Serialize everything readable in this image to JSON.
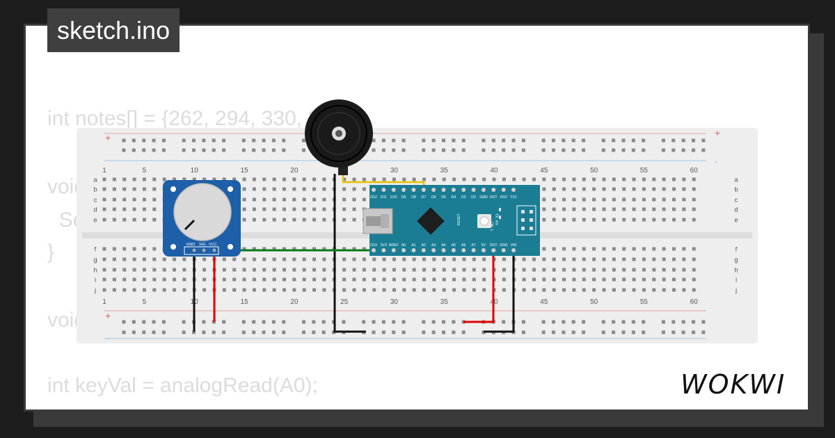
{
  "title": "sketch.ino",
  "brand": "WOKWI",
  "code_lines": [
    "int notes[] = {262, 294, 330, 349};",
    "void setup() {",
    "  Serial.begin(9600);",
    "}",
    "void loop() {",
    "int keyVal = analogRead(A0);"
  ],
  "breadboard": {
    "column_numbers": [
      "1",
      "5",
      "10",
      "15",
      "20",
      "25",
      "30",
      "35",
      "40",
      "45",
      "50",
      "55",
      "60"
    ],
    "row_letters_top": [
      "a",
      "b",
      "c",
      "d",
      "e"
    ],
    "row_letters_bottom": [
      "f",
      "g",
      "h",
      "i",
      "j"
    ],
    "rail_plus": "+",
    "rail_minus": "-"
  },
  "potentiometer": {
    "pins": [
      "GND",
      "SIG",
      "VCC"
    ]
  },
  "arduino_nano": {
    "top_pins": [
      "D12",
      "D11",
      "D10",
      "D9",
      "D8",
      "D7",
      "D6",
      "D5",
      "D4",
      "D3",
      "D2",
      "GND",
      "RST",
      "RX0",
      "TX1"
    ],
    "bottom_pins": [
      "D13",
      "3V3",
      "AREF",
      "A0",
      "A1",
      "A2",
      "A3",
      "A4",
      "A5",
      "A6",
      "A7",
      "5V",
      "RST",
      "GND",
      "VIN"
    ],
    "labels": [
      "RESET",
      "TX",
      "RX",
      "ON",
      "L"
    ]
  },
  "colors": {
    "background": "#1d1d1d",
    "card": "#ffffff",
    "breadboard": "#eeeeee",
    "nano": "#1a7d94",
    "pot_body": "#1d5fa8",
    "wire_red": "#e00000",
    "wire_black": "#111111",
    "wire_green": "#0d7a1a",
    "wire_yellow": "#e8c000"
  }
}
